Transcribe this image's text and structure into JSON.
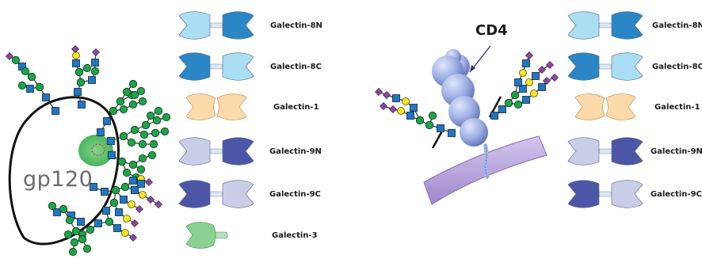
{
  "left_panel": {
    "protein_label": "gp120",
    "legend": [
      {
        "label": "Galectin-8N",
        "icon": "galectin-8n-icon",
        "left_color": "#a9def3",
        "right_color": "#2b86c6"
      },
      {
        "label": "Galectin-8C",
        "icon": "galectin-8c-icon",
        "left_color": "#2b86c6",
        "right_color": "#a9def3"
      },
      {
        "label": "Galectin-1",
        "icon": "galectin-1-icon",
        "left_color": "#fbd9a8",
        "right_color": "#fbd9a8"
      },
      {
        "label": "Galectin-9N",
        "icon": "galectin-9n-icon",
        "left_color": "#c9cde8",
        "right_color": "#4b57a6"
      },
      {
        "label": "Galectin-9C",
        "icon": "galectin-9c-icon",
        "left_color": "#4b57a6",
        "right_color": "#c9cde8"
      },
      {
        "label": "Galectin-3",
        "icon": "galectin-3-icon",
        "left_color": "#8ccf93",
        "right_color": "#8ccf93"
      }
    ]
  },
  "right_panel": {
    "protein_label": "CD4",
    "legend": [
      {
        "label": "Galectin-8N",
        "icon": "galectin-8n-icon"
      },
      {
        "label": "Galectin-8C",
        "icon": "galectin-8c-icon"
      },
      {
        "label": "Galectin-1",
        "icon": "galectin-1-icon"
      },
      {
        "label": "Galectin-9N",
        "icon": "galectin-9n-icon"
      },
      {
        "label": "Galectin-9C",
        "icon": "galectin-9c-icon"
      }
    ]
  },
  "colors": {
    "glcnac_square": "#1f77c4",
    "mannose_circle": "#1fa34a",
    "galactose_circle": "#f2e52a",
    "sialic_acid_diamond": "#8a4aa0",
    "gp120_binding_site": "#5cc06c",
    "cd4_domains": "#8fa3dd",
    "membrane": "#b7a4d9"
  }
}
